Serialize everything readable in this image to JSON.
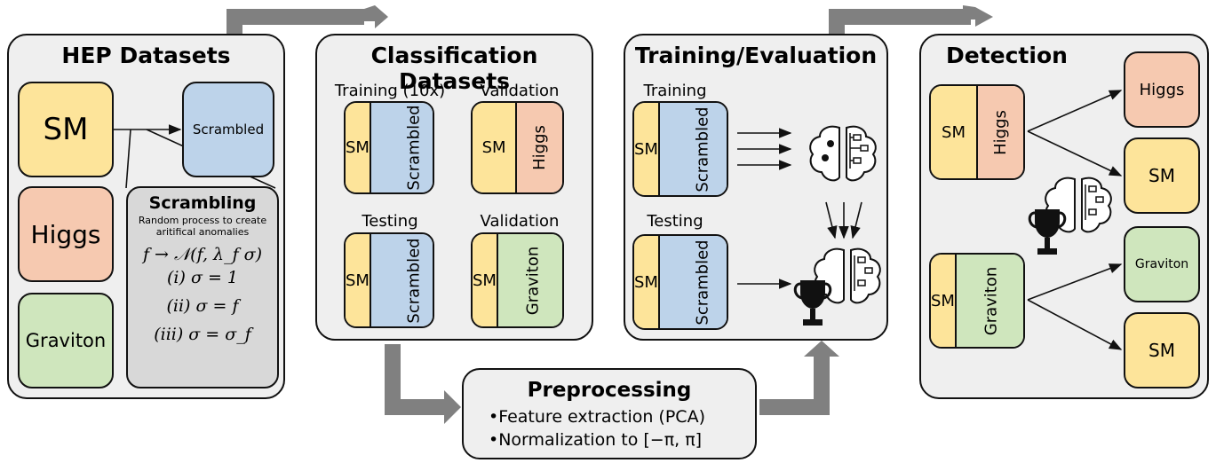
{
  "hep": {
    "title": "HEP Datasets",
    "sm": "SM",
    "higgs": "Higgs",
    "graviton": "Graviton",
    "scrambled": "Scrambled",
    "scrambling": {
      "title": "Scrambling",
      "desc_line1": "Random process to create",
      "desc_line2": "aritifical anomalies",
      "formula": "f → 𝒩(f, λ_f σ)",
      "case_i": "(i)  σ = 1",
      "case_ii": "(ii)  σ = f",
      "case_iii": "(iii)  σ = σ_f"
    }
  },
  "classification": {
    "title": "Classification Datasets",
    "groups": [
      {
        "label": "Training (10x)",
        "left": "SM",
        "right": "Scrambled"
      },
      {
        "label": "Validation",
        "left": "SM",
        "right": "Higgs"
      },
      {
        "label": "Testing",
        "left": "SM",
        "right": "Scrambled"
      },
      {
        "label": "Validation",
        "left": "SM",
        "right": "Graviton"
      }
    ]
  },
  "training": {
    "title": "Training/Evaluation",
    "training_label": "Training",
    "testing_label": "Testing",
    "left": "SM",
    "right": "Scrambled"
  },
  "detection": {
    "title": "Detection",
    "pair1_left": "SM",
    "pair1_right": "Higgs",
    "pair2_left": "SM",
    "pair2_right": "Graviton",
    "out_higgs": "Higgs",
    "out_sm1": "SM",
    "out_graviton": "Graviton",
    "out_sm2": "SM"
  },
  "preprocessing": {
    "title": "Preprocessing",
    "item1": "•Feature extraction (PCA)",
    "item2": "•Normalization to [−π, π]"
  },
  "icons": [
    "brain-gears-icon",
    "trophy-icon"
  ],
  "colors": {
    "sm": "#fde49a",
    "higgs": "#f6c9b0",
    "graviton": "#cfe6bd",
    "scrambled": "#bdd3ea",
    "panel": "#efefef",
    "flow_arrow": "#808080"
  }
}
